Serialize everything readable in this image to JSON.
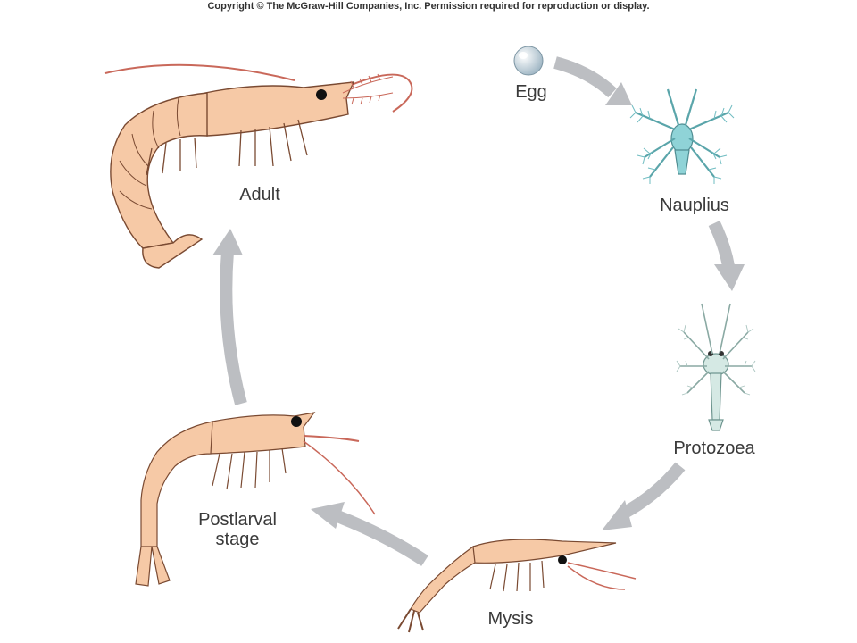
{
  "copyright": "Copyright © The McGraw-Hill Companies, Inc. Permission required for reproduction or display.",
  "stages": {
    "egg": "Egg",
    "nauplius": "Nauplius",
    "protozoea": "Protozoea",
    "mysis": "Mysis",
    "postlarval": "Postlarval\nstage",
    "adult": "Adult"
  },
  "colors": {
    "arrow": "#bcbec2",
    "shrimp_body": "#f6c9a6",
    "shrimp_outline": "#7a4a32",
    "nauplius": "#8fd3d7",
    "protozoea": "#d5e9e4",
    "antenna": "#c9685a",
    "egg": "#cfe3ee"
  }
}
